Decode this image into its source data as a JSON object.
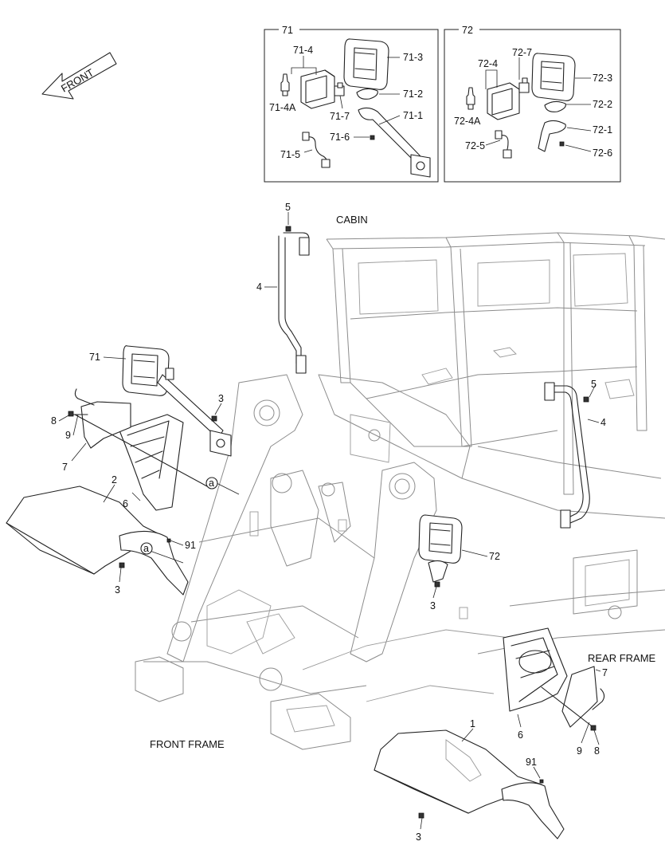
{
  "direction": {
    "label": "FRONT"
  },
  "regions": {
    "cabin": "CABIN",
    "rear_frame": "REAR FRAME",
    "front_frame": "FRONT FRAME"
  },
  "inset_71": {
    "title": "71",
    "callouts": {
      "lamp": "71-4",
      "bulb": "71-4A",
      "guard": "71-3",
      "gasket": "71-2",
      "bracket": "71-1",
      "socket": "71-7",
      "bolt": "71-6",
      "harness": "71-5"
    }
  },
  "inset_72": {
    "title": "72",
    "callouts": {
      "socket": "72-7",
      "lamp": "72-4",
      "guard": "72-3",
      "bulb": "72-4A",
      "gasket": "72-2",
      "bracket": "72-1",
      "harness": "72-5",
      "bolt": "72-6"
    }
  },
  "main_callouts": {
    "handrail_bolt_left": "5",
    "handrail_left": "4",
    "lamp_assy_left": "71",
    "lamp_bolt_left": "3",
    "guard_bolt_left": "8",
    "guard_washer_left": "9",
    "guard_bracket_left": "7",
    "mudflap_left": "6",
    "fender_left": "2",
    "fender_bolt_left": "3",
    "fender_seal_left": "91",
    "ref_a_1": "a",
    "ref_a_2": "a",
    "handrail_bolt_right": "5",
    "handrail_right": "4",
    "lamp_assy_right": "72",
    "lamp_bolt_right": "3",
    "rear_bracket": "7",
    "mudflap_right": "6",
    "rear_washer": "9",
    "rear_bolt": "8",
    "fender_right": "1",
    "fender_seal_right": "91",
    "fender_bolt_right": "3"
  }
}
